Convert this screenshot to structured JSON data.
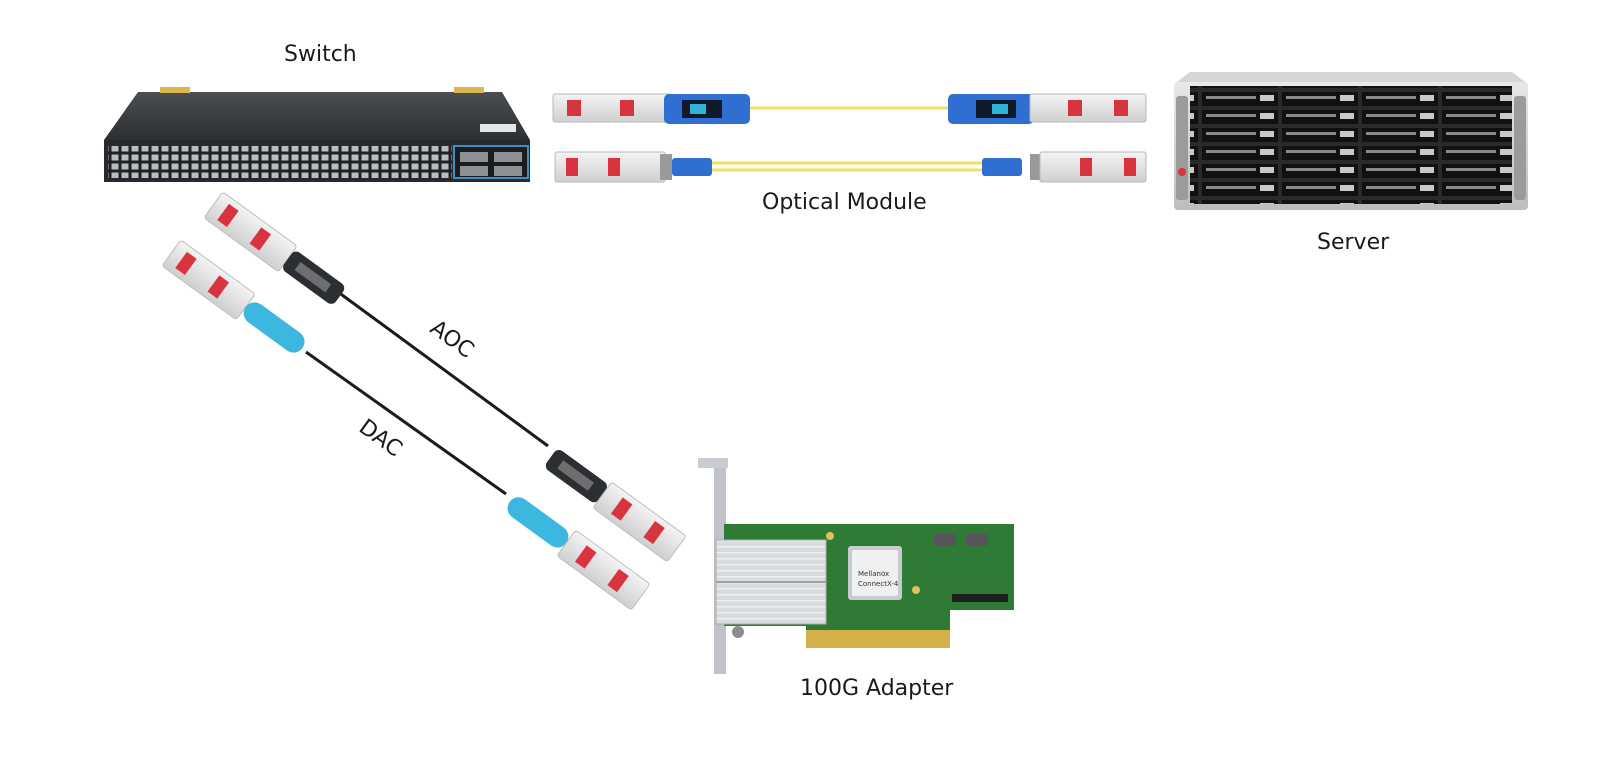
{
  "labels": {
    "switch": "Switch",
    "optical_module": "Optical Module",
    "server": "Server",
    "aoc": "AOC",
    "dac": "DAC",
    "adapter": "100G Adapter"
  },
  "adapter_chip": {
    "brand": "Mellanox",
    "model": "ConnectX-4"
  },
  "colors": {
    "fiber_yellow": "#f3df5a",
    "connector_blue": "#2f6fd1",
    "dac_boot_cyan": "#3cb7e0",
    "pcb_green": "#2f7a35",
    "module_red": "#d8343f",
    "device_dark": "#2b2e33"
  }
}
